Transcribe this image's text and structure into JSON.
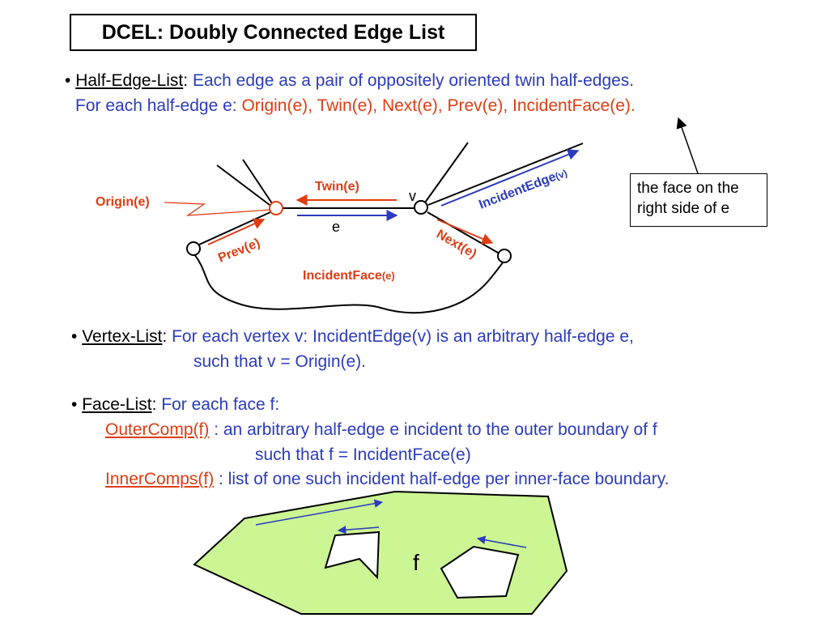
{
  "title": "DCEL: Doubly Connected Edge List",
  "half_edge": {
    "bullet": "•",
    "term": "Half-Edge-List",
    "colon": ":",
    "desc": "Each edge as a pair of oppositely oriented twin half-edges.",
    "line2_prefix": "For each half-edge e:",
    "line2_fields": "Origin(e), Twin(e), Next(e), Prev(e), IncidentFace(e)."
  },
  "note": "the face on the right side of e",
  "diagram": {
    "origin": "Origin(e)",
    "twin": "Twin(e)",
    "v": "v",
    "e": "e",
    "incident_edge_main": "IncidentEdge",
    "incident_edge_sub": "(v)",
    "prev": "Prev(e)",
    "next": "Next(e)",
    "incident_face_main": "IncidentFace",
    "incident_face_sub": "(e)",
    "colors": {
      "red": "#e03c12",
      "blue": "#2b3bbd",
      "face": "#ccf593"
    }
  },
  "vertex_list": {
    "bullet": "•",
    "term": "Vertex-List",
    "colon": ":",
    "line1": "For each vertex v: IncidentEdge(v) is an arbitrary half-edge e,",
    "line2": "such that v = Origin(e)."
  },
  "face_list": {
    "bullet": "•",
    "term": "Face-List",
    "colon": ":",
    "intro": "For each face f:",
    "outer_term": "OuterComp(f)",
    "outer_desc": ": an arbitrary half-edge e incident to the outer boundary of f",
    "outer_line2": "such that  f = IncidentFace(e)",
    "inner_term": "InnerComps(f)",
    "inner_desc": ": list of one such incident half-edge per inner-face boundary."
  },
  "face_label": "f"
}
